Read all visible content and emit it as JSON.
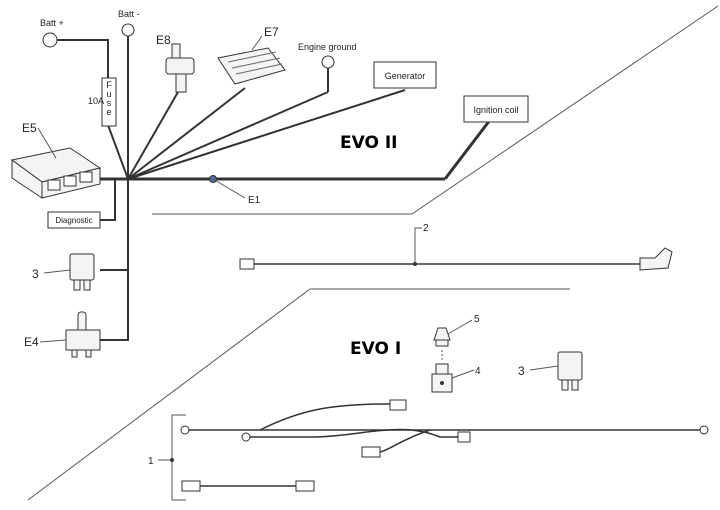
{
  "diagram": {
    "evo2": {
      "title": "EVO II",
      "labels": {
        "batt_plus": "Batt +",
        "batt_minus": "Batt -",
        "fuse_rating": "10A",
        "fuse": "Fuse",
        "e8": "E8",
        "e7": "E7",
        "engine_ground": "Engine ground",
        "generator": "Generator",
        "ignition_coil": "Ignition coil",
        "e5": "E5",
        "e1": "E1",
        "diagnostic": "Diagnostic",
        "relay": "3",
        "e4": "E4"
      }
    },
    "cable_2": {
      "label": "2"
    },
    "evo1": {
      "title": "EVO I",
      "labels": {
        "part_5": "5",
        "part_4": "4",
        "relay": "3",
        "harness": "1"
      }
    }
  }
}
